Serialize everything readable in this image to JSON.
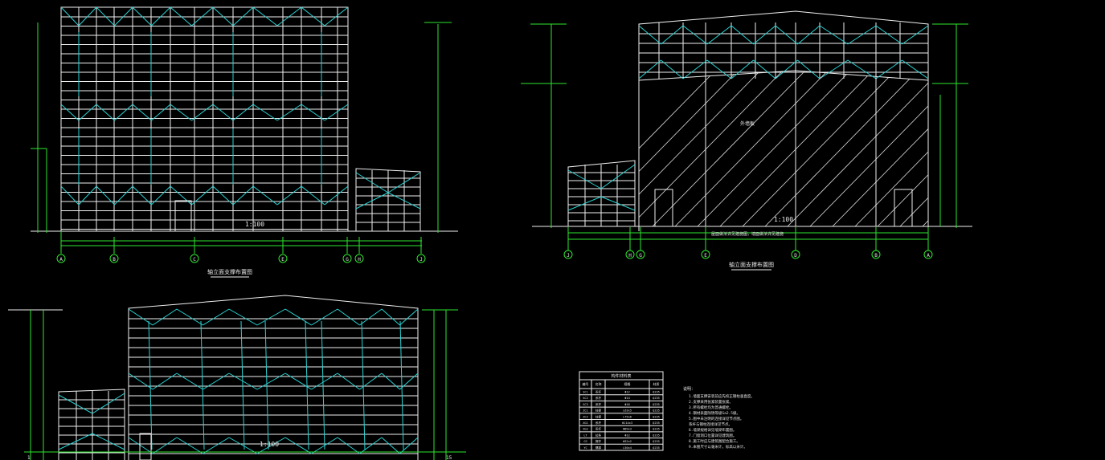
{
  "colors": {
    "background": "#000000",
    "frame": "#f0f0f0",
    "dimension": "#2ee62e",
    "bracing": "#29d3d3",
    "annotation": "#e8e8e8"
  },
  "elevation_1": {
    "title": "轴立面支撑布置图",
    "scale": "1:100",
    "axes": [
      "A",
      "B",
      "C",
      "E",
      "G",
      "H",
      "J"
    ]
  },
  "elevation_2": {
    "title": "轴立面支撑布置图",
    "scale": "1:100",
    "axes": [
      "J",
      "H",
      "G",
      "E",
      "D",
      "B",
      "A"
    ],
    "hatch_label": "外墙板",
    "note": "屋面做法详见建施图，墙面做法详见建施"
  },
  "elevation_3": {
    "scale": "1:100",
    "axes": [
      "1",
      "15"
    ]
  },
  "member_table": {
    "title": "构件材料表",
    "headers": [
      "编号",
      "名称",
      "规格",
      "材质"
    ],
    "rows": [
      [
        "SC1",
        "系杆",
        "Φ12",
        "Q235"
      ],
      [
        "SC2",
        "系杆",
        "Φ14",
        "Q235"
      ],
      [
        "SC3",
        "系杆",
        "Φ16",
        "Q235"
      ],
      [
        "ZC1",
        "柱撑",
        "L63x5",
        "Q235"
      ],
      [
        "ZC2",
        "柱撑",
        "L75x6",
        "Q235"
      ],
      [
        "XG1",
        "系杆",
        "Φ114x3",
        "Q235"
      ],
      [
        "XG2",
        "系杆",
        "Φ89x3",
        "Q235"
      ],
      [
        "LT",
        "拉条",
        "Φ12",
        "Q235"
      ],
      [
        "CG",
        "撑杆",
        "Φ32x2",
        "Q235"
      ],
      [
        "YC",
        "隅撑",
        "L50x4",
        "Q235"
      ]
    ]
  },
  "notes": {
    "heading": "说明：",
    "lines": [
      "1.墙面支撑安装前应先校正钢柱垂直度。",
      "2.支撑采用张紧装置张紧。",
      "3.所有螺栓均为普通螺栓。",
      "4.钢材表面除锈等级Sa2.5级。",
      "5.图中未注明的连接详见节点图。",
      "   系杆与钢柱连接详见节点。",
      "6.墙梁规格详见墙梁布置图。",
      "7.门窗洞口位置详见建筑图。",
      "8.施工时应与建筑图配合施工。",
      "9.本图尺寸以毫米计，标高以米计。"
    ]
  }
}
